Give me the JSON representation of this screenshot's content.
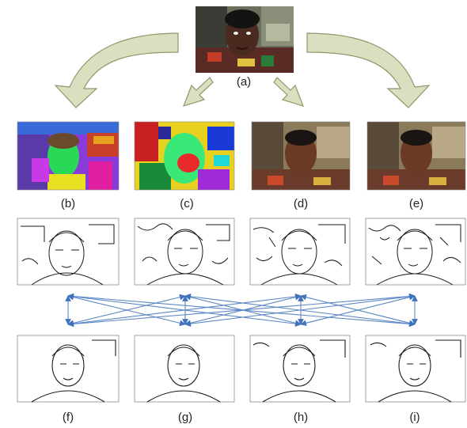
{
  "labels": {
    "a": "(a)",
    "b": "(b)",
    "c": "(c)",
    "d": "(d)",
    "e": "(e)",
    "f": "(f)",
    "g": "(g)",
    "h": "(h)",
    "i": "(i)"
  },
  "colors": {
    "arrow_fill": "#d9dfbf",
    "arrow_stroke": "#8b9a6b",
    "connector_line": "#5b87c6",
    "connector_head": "#3f72bd",
    "edge_stroke": "#1a1a1a",
    "frame": "#666666"
  },
  "icons": {
    "photo": "portrait-photo",
    "segmentation": "segmentation-map-icon",
    "edges": "edge-map-icon",
    "connector": "bidirectional-arrow-icon"
  }
}
